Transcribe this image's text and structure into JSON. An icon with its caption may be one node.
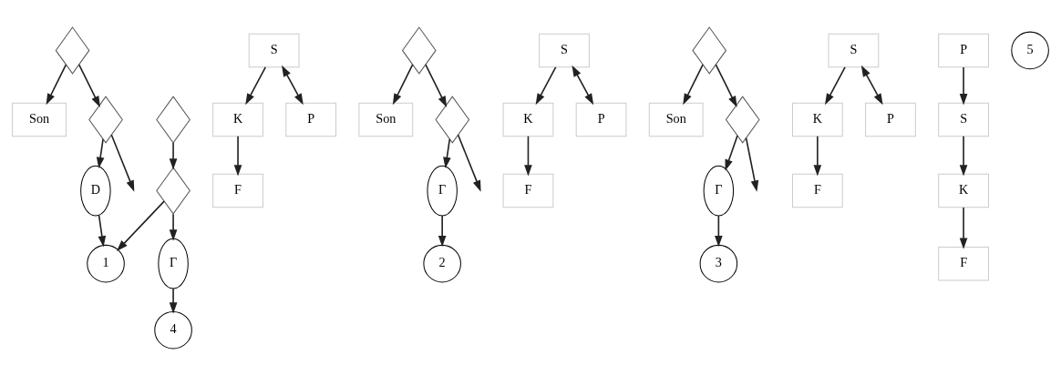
{
  "diagram": {
    "nodes": [
      {
        "text": [
          "Son"
        ]
      },
      {
        "text": [
          "S"
        ]
      },
      {
        "text": [
          "K"
        ]
      },
      {
        "text": [
          "F"
        ]
      },
      {
        "text": [],
        "shape": "diamond"
      },
      {
        "text": [
          "1"
        ]
      },
      {
        "text": [
          "P"
        ]
      },
      {
        "text": [
          "D"
        ]
      },
      {
        "text": [],
        "shape": "diamond"
      },
      {
        "text": [
          "Son"
        ]
      },
      {
        "text": [
          "S"
        ]
      },
      {
        "text": [
          "K"
        ]
      },
      {
        "text": [
          "F"
        ]
      },
      {
        "text": [],
        "shape": "diamond"
      },
      {
        "text": [
          "2"
        ]
      },
      {
        "text": [
          "P"
        ]
      },
      {
        "text": [
          "Г"
        ]
      },
      {
        "text": [],
        "shape": "diamond"
      },
      {
        "text": [
          "Son"
        ]
      },
      {
        "text": [
          "S"
        ]
      },
      {
        "text": [
          "K"
        ]
      },
      {
        "text": [
          "F"
        ]
      },
      {
        "text": [],
        "shape": "diamond"
      },
      {
        "text": [
          "3"
        ]
      },
      {
        "text": [
          "P"
        ]
      },
      {
        "text": [
          "Г"
        ]
      },
      {
        "text": [],
        "shape": "diamond"
      },
      {
        "text": [
          "S"
        ]
      },
      {
        "text": [
          "K"
        ]
      },
      {
        "text": [
          "F"
        ]
      },
      {
        "text": [],
        "shape": "diamond"
      },
      {
        "text": [
          "4"
        ]
      },
      {
        "text": [
          "P"
        ]
      },
      {
        "text": [
          "Г"
        ]
      },
      {
        "text": [],
        "shape": "diamond"
      },
      {
        "text": [
          "5"
        ]
      }
    ],
    "edges": [
      {
        "from": 1,
        "to": 6,
        "arrow": "both"
      },
      {
        "from": 1,
        "to": 2,
        "arrow": "to"
      },
      {
        "from": 2,
        "to": 3,
        "arrow": "to"
      },
      {
        "from": 4,
        "to": 0,
        "arrow": "to"
      },
      {
        "from": 4,
        "to": 8,
        "arrow": "to"
      },
      {
        "from": 8,
        "to": 7,
        "arrow": "to"
      },
      {
        "from": 7,
        "to": 5,
        "arrow": "to"
      },
      {
        "from": 8,
        "to": null,
        "arrow": "to"
      },
      {
        "from": 10,
        "to": 15,
        "arrow": "both"
      },
      {
        "from": 10,
        "to": 11,
        "arrow": "to"
      },
      {
        "from": 11,
        "to": 12,
        "arrow": "to"
      },
      {
        "from": 13,
        "to": 9,
        "arrow": "to"
      },
      {
        "from": 13,
        "to": 17,
        "arrow": "to"
      },
      {
        "from": 17,
        "to": 16,
        "arrow": "to"
      },
      {
        "from": 16,
        "to": 14,
        "arrow": "to"
      },
      {
        "from": 17,
        "to": null,
        "arrow": "to"
      },
      {
        "from": 19,
        "to": 24,
        "arrow": "both"
      },
      {
        "from": 19,
        "to": 20,
        "arrow": "to"
      },
      {
        "from": 20,
        "to": 21,
        "arrow": "to"
      },
      {
        "from": 22,
        "to": 18,
        "arrow": "to"
      },
      {
        "from": 22,
        "to": 26,
        "arrow": "to"
      },
      {
        "from": 26,
        "to": 25,
        "arrow": "to"
      },
      {
        "from": 25,
        "to": 23,
        "arrow": "to"
      },
      {
        "from": 26,
        "to": null,
        "arrow": "to"
      },
      {
        "from": 32,
        "to": 27,
        "arrow": "to"
      },
      {
        "from": 27,
        "to": 28,
        "arrow": "to"
      },
      {
        "from": 28,
        "to": 29,
        "arrow": "to"
      },
      {
        "from": 30,
        "to": 34,
        "arrow": "to"
      },
      {
        "from": 34,
        "to": 33,
        "arrow": "to"
      },
      {
        "from": 33,
        "to": 31,
        "arrow": "to"
      },
      {
        "from": 34,
        "to": 5,
        "arrow": "to"
      }
    ]
  }
}
